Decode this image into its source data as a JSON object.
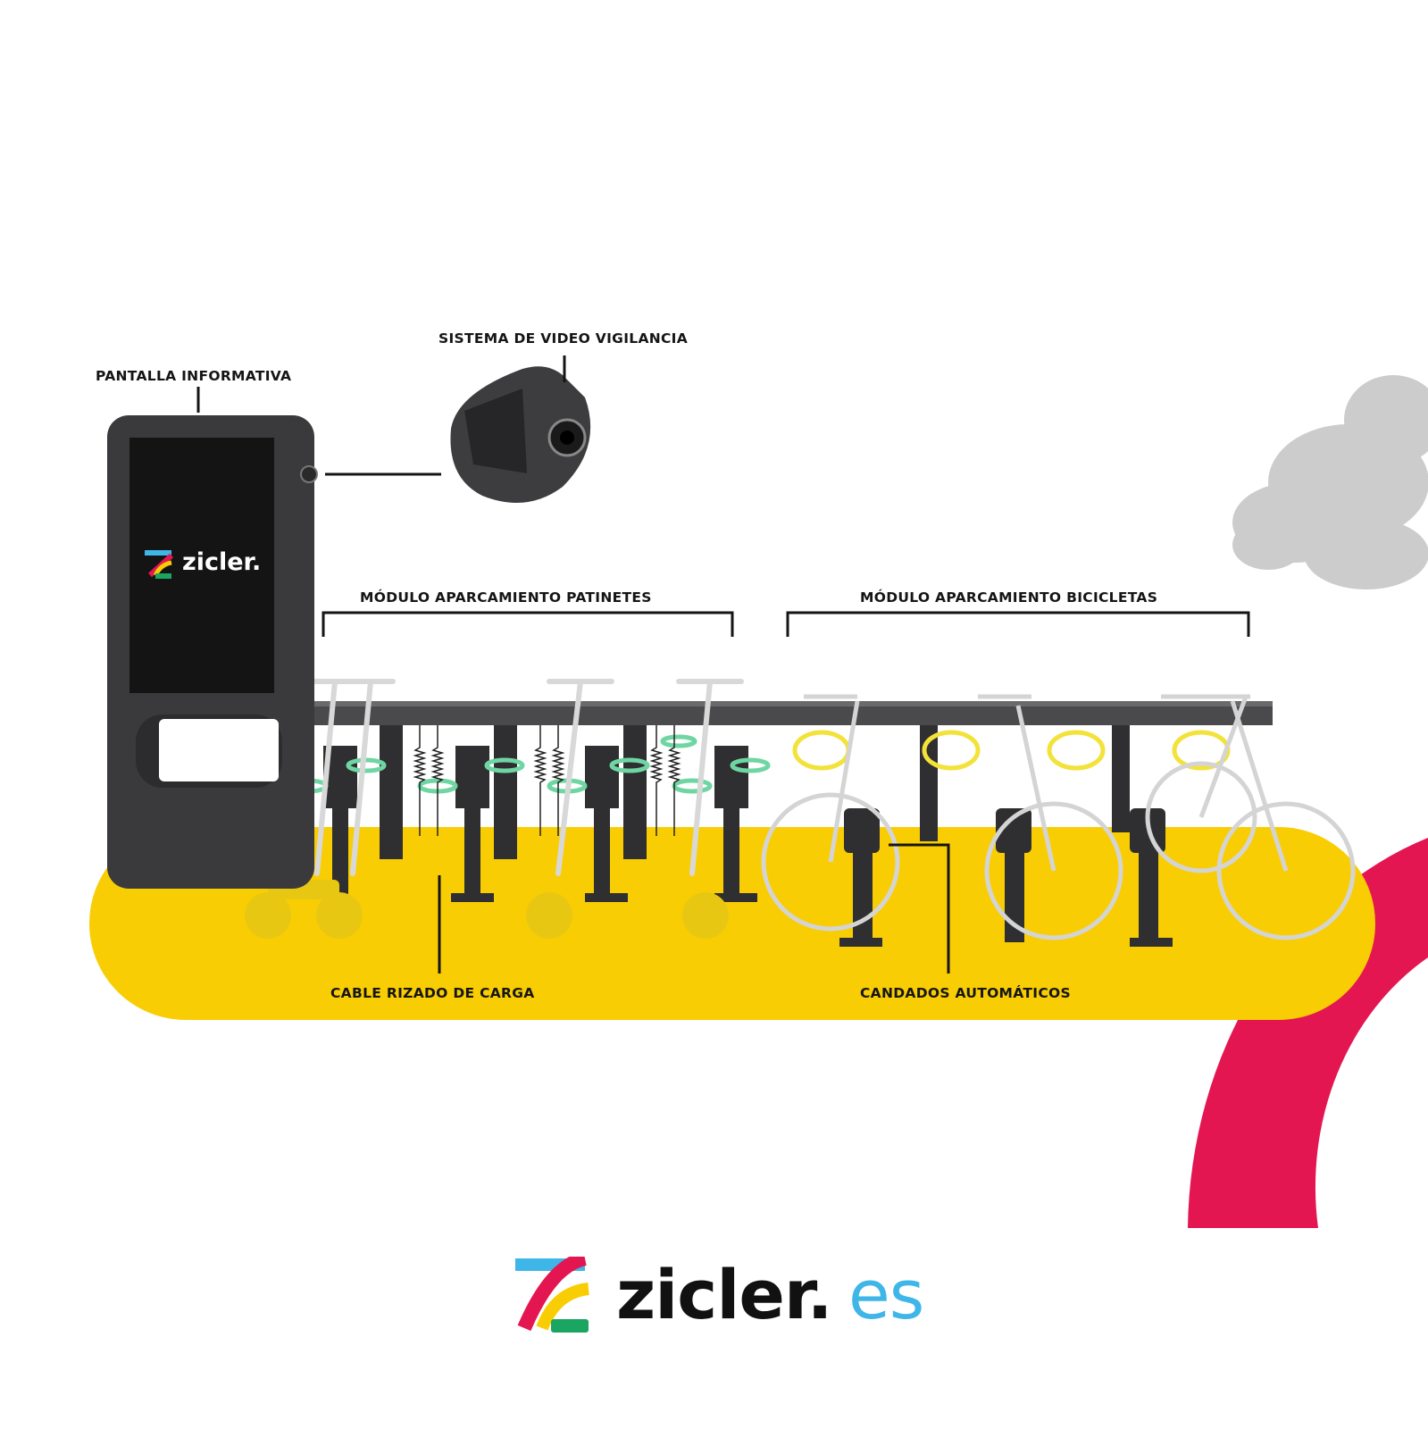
{
  "labels": {
    "pantalla": "PANTALLA INFORMATIVA",
    "video": "SISTEMA DE VIDEO VIGILANCIA",
    "patinetes": "MÓDULO APARCAMIENTO PATINETES",
    "bicicletas": "MÓDULO APARCAMIENTO BICICLETAS",
    "cable": "CABLE RIZADO DE CARGA",
    "candados": "CANDADOS AUTOMÁTICOS"
  },
  "screen": {
    "brand": "zicler."
  },
  "footer": {
    "brand_main": "zicler.",
    "brand_tld": "es"
  },
  "colors": {
    "yellow": "#f9cd04",
    "crimson": "#e31651",
    "dark": "#3a3a3c",
    "green_ring": "#6fd6a3",
    "tld_blue": "#3fb6e8",
    "logo_cyan": "#3fb6e8",
    "logo_red": "#e31651",
    "logo_yellow": "#f9cd04",
    "logo_green": "#1aa561"
  }
}
